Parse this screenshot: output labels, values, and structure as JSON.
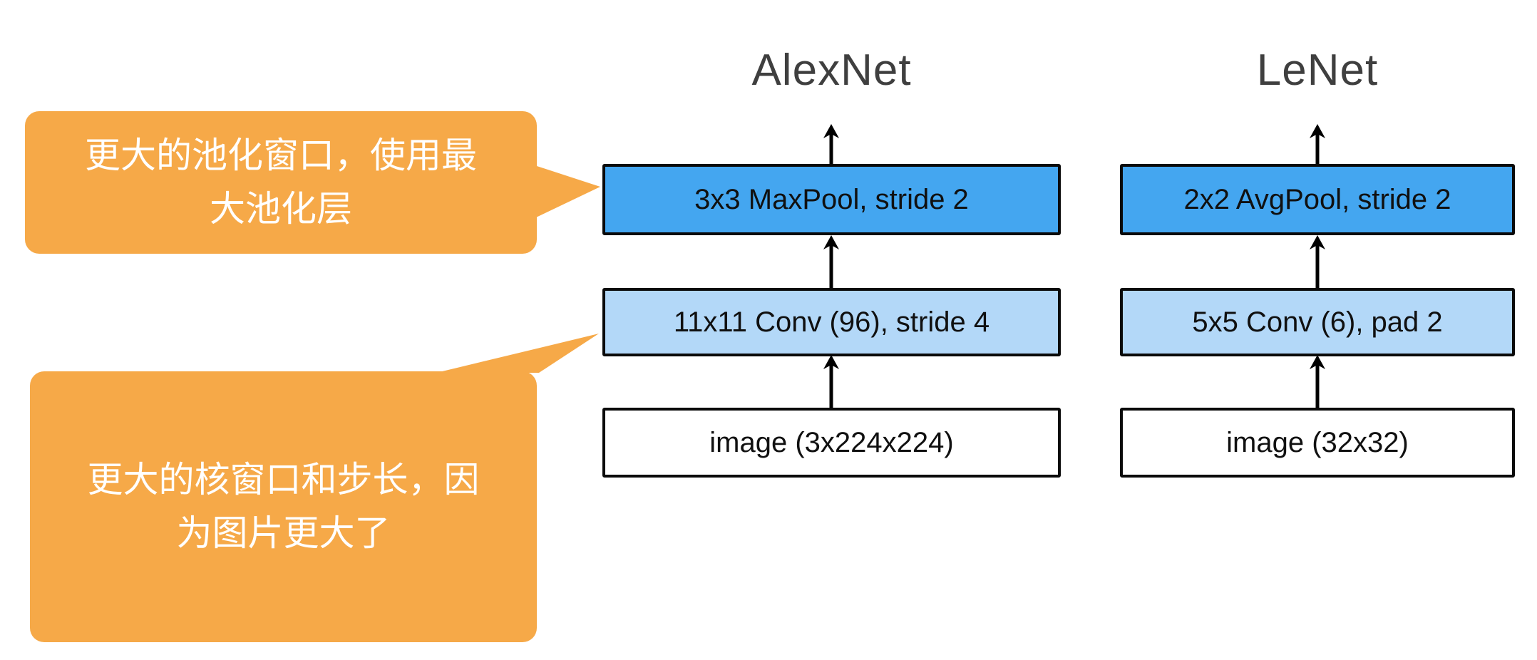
{
  "columns": [
    {
      "title": "AlexNet",
      "layers": [
        {
          "name": "pool",
          "label": "3x3 MaxPool, stride 2"
        },
        {
          "name": "conv",
          "label": "11x11 Conv (96), stride 4"
        },
        {
          "name": "input",
          "label": "image (3x224x224)"
        }
      ]
    },
    {
      "title": "LeNet",
      "layers": [
        {
          "name": "pool",
          "label": "2x2 AvgPool, stride 2"
        },
        {
          "name": "conv",
          "label": "5x5 Conv (6), pad 2"
        },
        {
          "name": "input",
          "label": "image (32x32)"
        }
      ]
    }
  ],
  "callouts": [
    {
      "text": "更大的池化窗口，使用最\n大池化层"
    },
    {
      "text": "更大的核窗口和步长，因\n为图片更大了"
    }
  ],
  "colors": {
    "pool_fill": "#44A6F0",
    "conv_fill": "#B3D8F8",
    "input_fill": "#FFFFFF",
    "callout_fill": "#F6A948",
    "callout_text": "#FFFFFF",
    "box_border": "#0A0A0A",
    "title_text": "#3F3F3F",
    "arrow": "#000000"
  }
}
